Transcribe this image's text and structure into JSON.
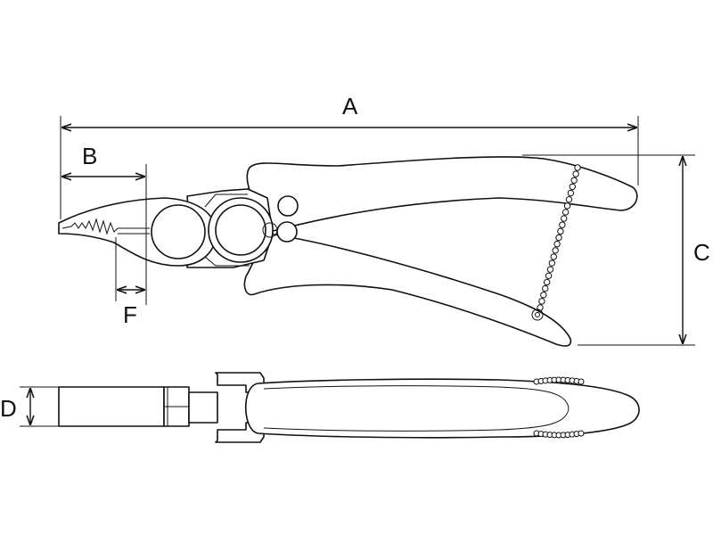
{
  "dimensions": {
    "a": "A",
    "b": "B",
    "c": "C",
    "d": "D",
    "f": "F"
  }
}
